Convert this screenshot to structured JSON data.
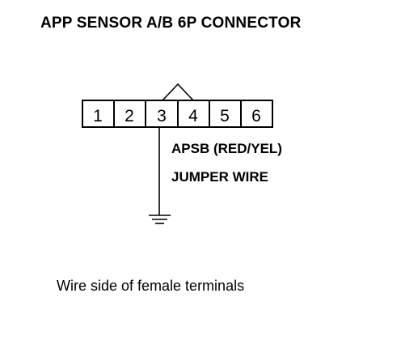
{
  "title": "APP SENSOR A/B 6P CONNECTOR",
  "connector": {
    "pins": [
      "1",
      "2",
      "3",
      "4",
      "5",
      "6"
    ],
    "locking_tab_between_pins": [
      "3",
      "4"
    ]
  },
  "probe": {
    "pin": "3",
    "signal_label": "APSB (RED/YEL)",
    "tool_label": "JUMPER WIRE",
    "terminates_at": "ground-symbol"
  },
  "caption": "Wire side of female terminals"
}
